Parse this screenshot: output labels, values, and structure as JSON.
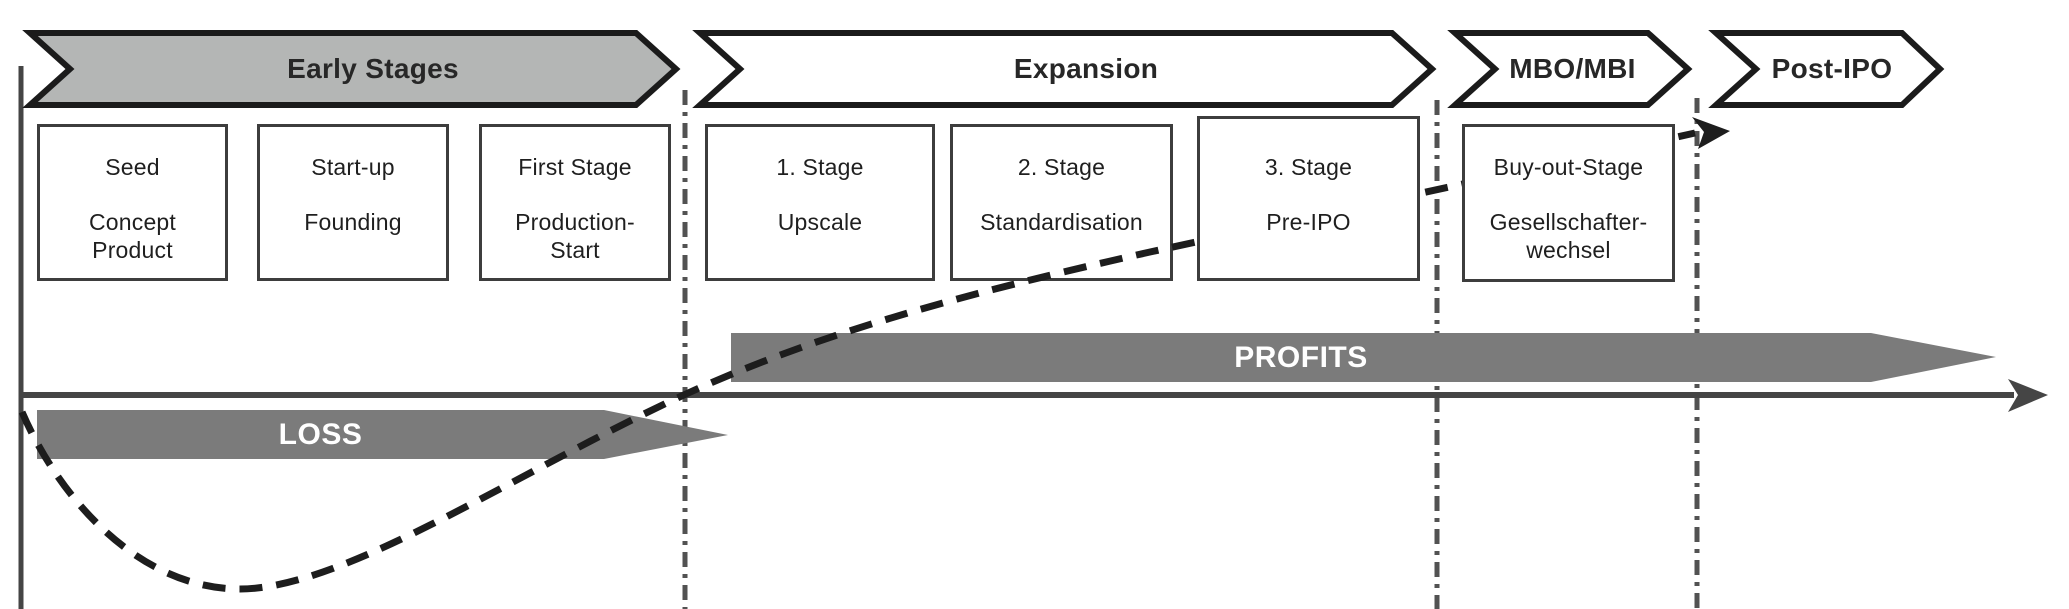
{
  "diagram": {
    "phases": [
      {
        "label": "Early Stages"
      },
      {
        "label": "Expansion"
      },
      {
        "label": "MBO/MBI"
      },
      {
        "label": "Post-IPO"
      }
    ],
    "stages": [
      {
        "title": "Seed",
        "subtitle": "Concept\nProduct"
      },
      {
        "title": "Start-up",
        "subtitle": "Founding"
      },
      {
        "title": "First Stage",
        "subtitle": "Production-\nStart"
      },
      {
        "title": "1. Stage",
        "subtitle": "Upscale"
      },
      {
        "title": "2. Stage",
        "subtitle": "Standardisation"
      },
      {
        "title": "3. Stage",
        "subtitle": "Pre-IPO"
      },
      {
        "title": "Buy-out-Stage",
        "subtitle": "Gesellschafter-\nwechsel"
      }
    ],
    "bars": {
      "loss_label": "LOSS",
      "profits_label": "PROFITS"
    },
    "colors": {
      "phase_fill_early": "#b4b6b5",
      "phase_fill_other": "#ffffff",
      "phase_border": "#1b1b1b",
      "bar_fill": "#7b7b7b",
      "axis": "#454545",
      "divider_line": "#525252",
      "curve": "#1d1d1d",
      "box_border": "#3d3d3d",
      "text": "#1f1f1f"
    }
  }
}
